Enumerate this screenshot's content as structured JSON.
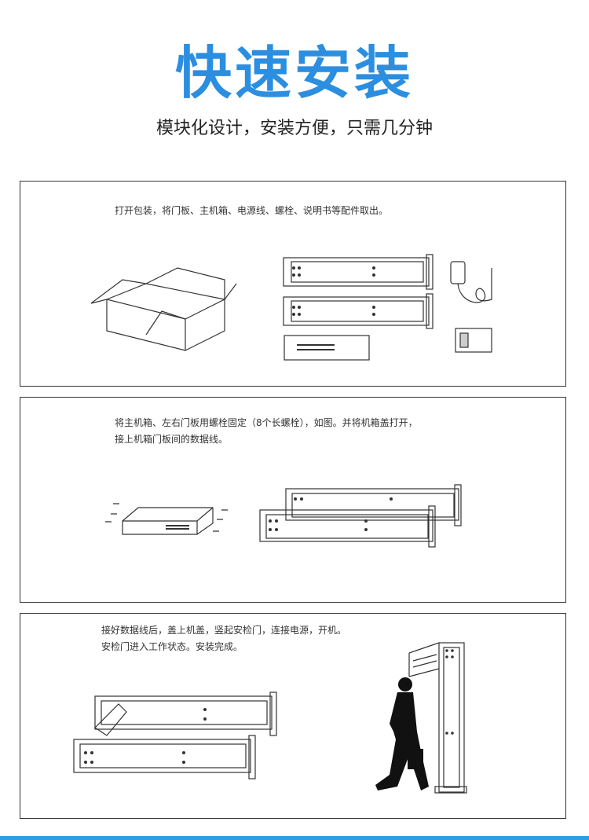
{
  "header": {
    "title": "快速安装",
    "subtitle": "模块化设计，安装方便，只需几分钟"
  },
  "steps": [
    {
      "text": "打开包装，将门板、主机箱、电源线、螺栓、说明书等配件取出。"
    },
    {
      "line1": "将主机箱、左右门板用螺栓固定（8个长螺栓），如图。并将机箱盖打开，",
      "line2": "接上机箱门板间的数据线。"
    },
    {
      "line1": "接好数据线后，盖上机盖，竖起安检门，连接电源，开机。",
      "line2": "安检门进入工作状态。安装完成。"
    }
  ],
  "colors": {
    "accent": "#2b8ee0",
    "border": "#333333"
  }
}
